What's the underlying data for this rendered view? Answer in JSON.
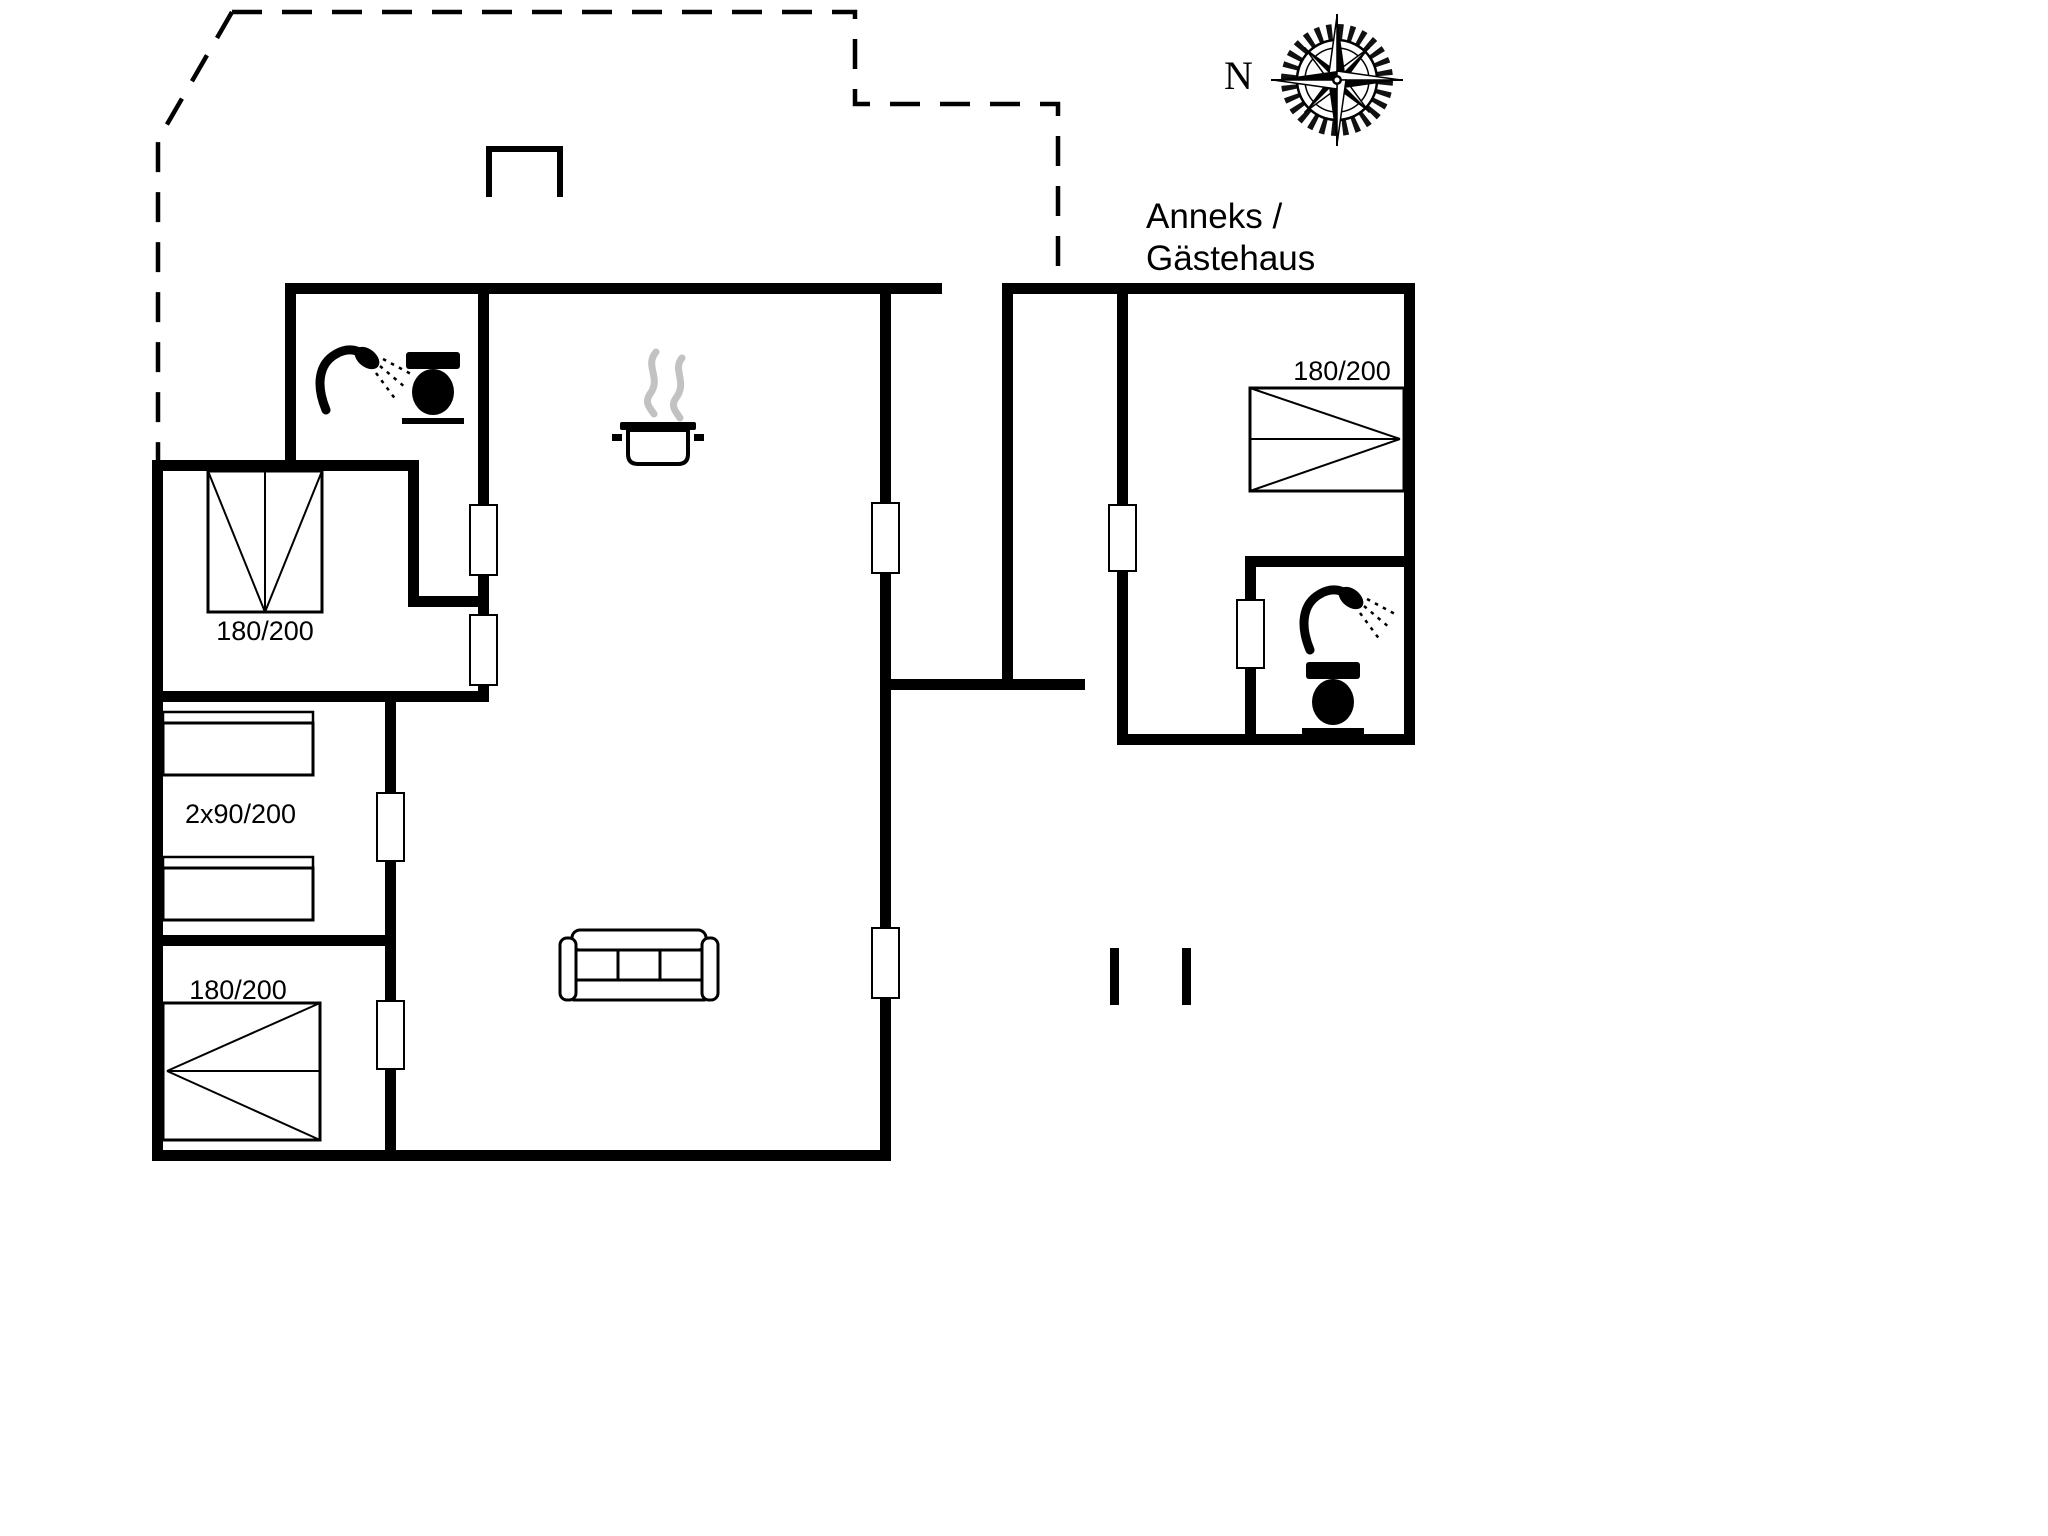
{
  "labels": {
    "compass_north": "N",
    "annex_name_line1": "Anneks /",
    "annex_name_line2": "Gästehaus"
  },
  "beds": {
    "bedroom_left": "180/200",
    "bedroom_bunks": "2x90/200",
    "bedroom_bottom": "180/200",
    "annex_bedroom": "180/200"
  },
  "icons": {
    "compass": "compass-rose-icon",
    "shower": "shower-icon",
    "toilet": "toilet-icon",
    "stove": "cooking-pot-icon",
    "steam": "steam-icon",
    "sofa": "sofa-icon"
  },
  "colors": {
    "wall": "#000000",
    "background": "#ffffff",
    "steam": "#c2c2c2",
    "text": "#000000"
  }
}
